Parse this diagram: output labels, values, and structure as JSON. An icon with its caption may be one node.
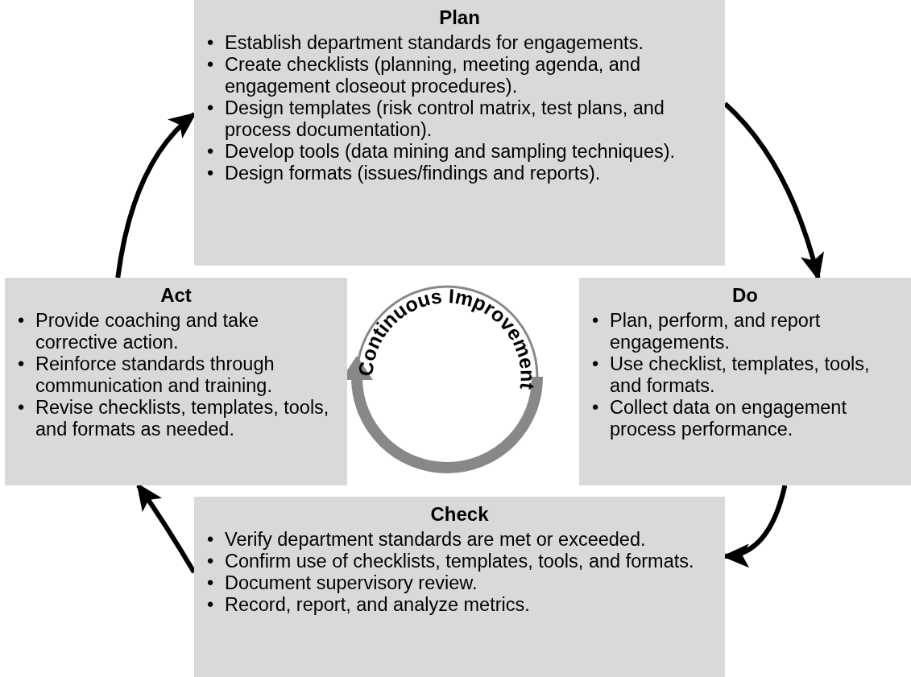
{
  "diagram": {
    "nodes": [
      {
        "text": [
          "Plan",
          "• Establish department standards for engagements.",
          "• Create checklists (planning, meeting agenda, and engagement closeout procedures).",
          "• Design templates (risk control matrix, test plans, and process documentation).",
          "• Develop tools (data mining and sampling techniques).",
          "• Design formats (issues/findings and reports)."
        ]
      },
      {
        "text": [
          "Do",
          "• Plan, perform, and report engagements.",
          "• Use checklist, templates, tools, and formats.",
          "• Collect data on engagement process performance."
        ]
      },
      {
        "text": [
          "Check",
          "• Verify department standards are met or exceeded.",
          "• Confirm use of checklists, templates, tools, and formats.",
          "• Document supervisory review.",
          "• Record, report, and analyze metrics."
        ]
      },
      {
        "text": [
          "Act",
          "• Provide coaching and take corrective action.",
          "• Reinforce standards through communication and training.",
          "• Revise checklists, templates, tools, and formats as needed."
        ]
      }
    ],
    "edges": [
      {
        "from": 0,
        "to": 1,
        "arrow": "to"
      },
      {
        "from": 1,
        "to": 2,
        "arrow": "to"
      },
      {
        "from": 2,
        "to": 3,
        "arrow": "to"
      },
      {
        "from": 3,
        "to": 0,
        "arrow": "to"
      }
    ],
    "labels": [
      "Continuous Improvement"
    ]
  }
}
